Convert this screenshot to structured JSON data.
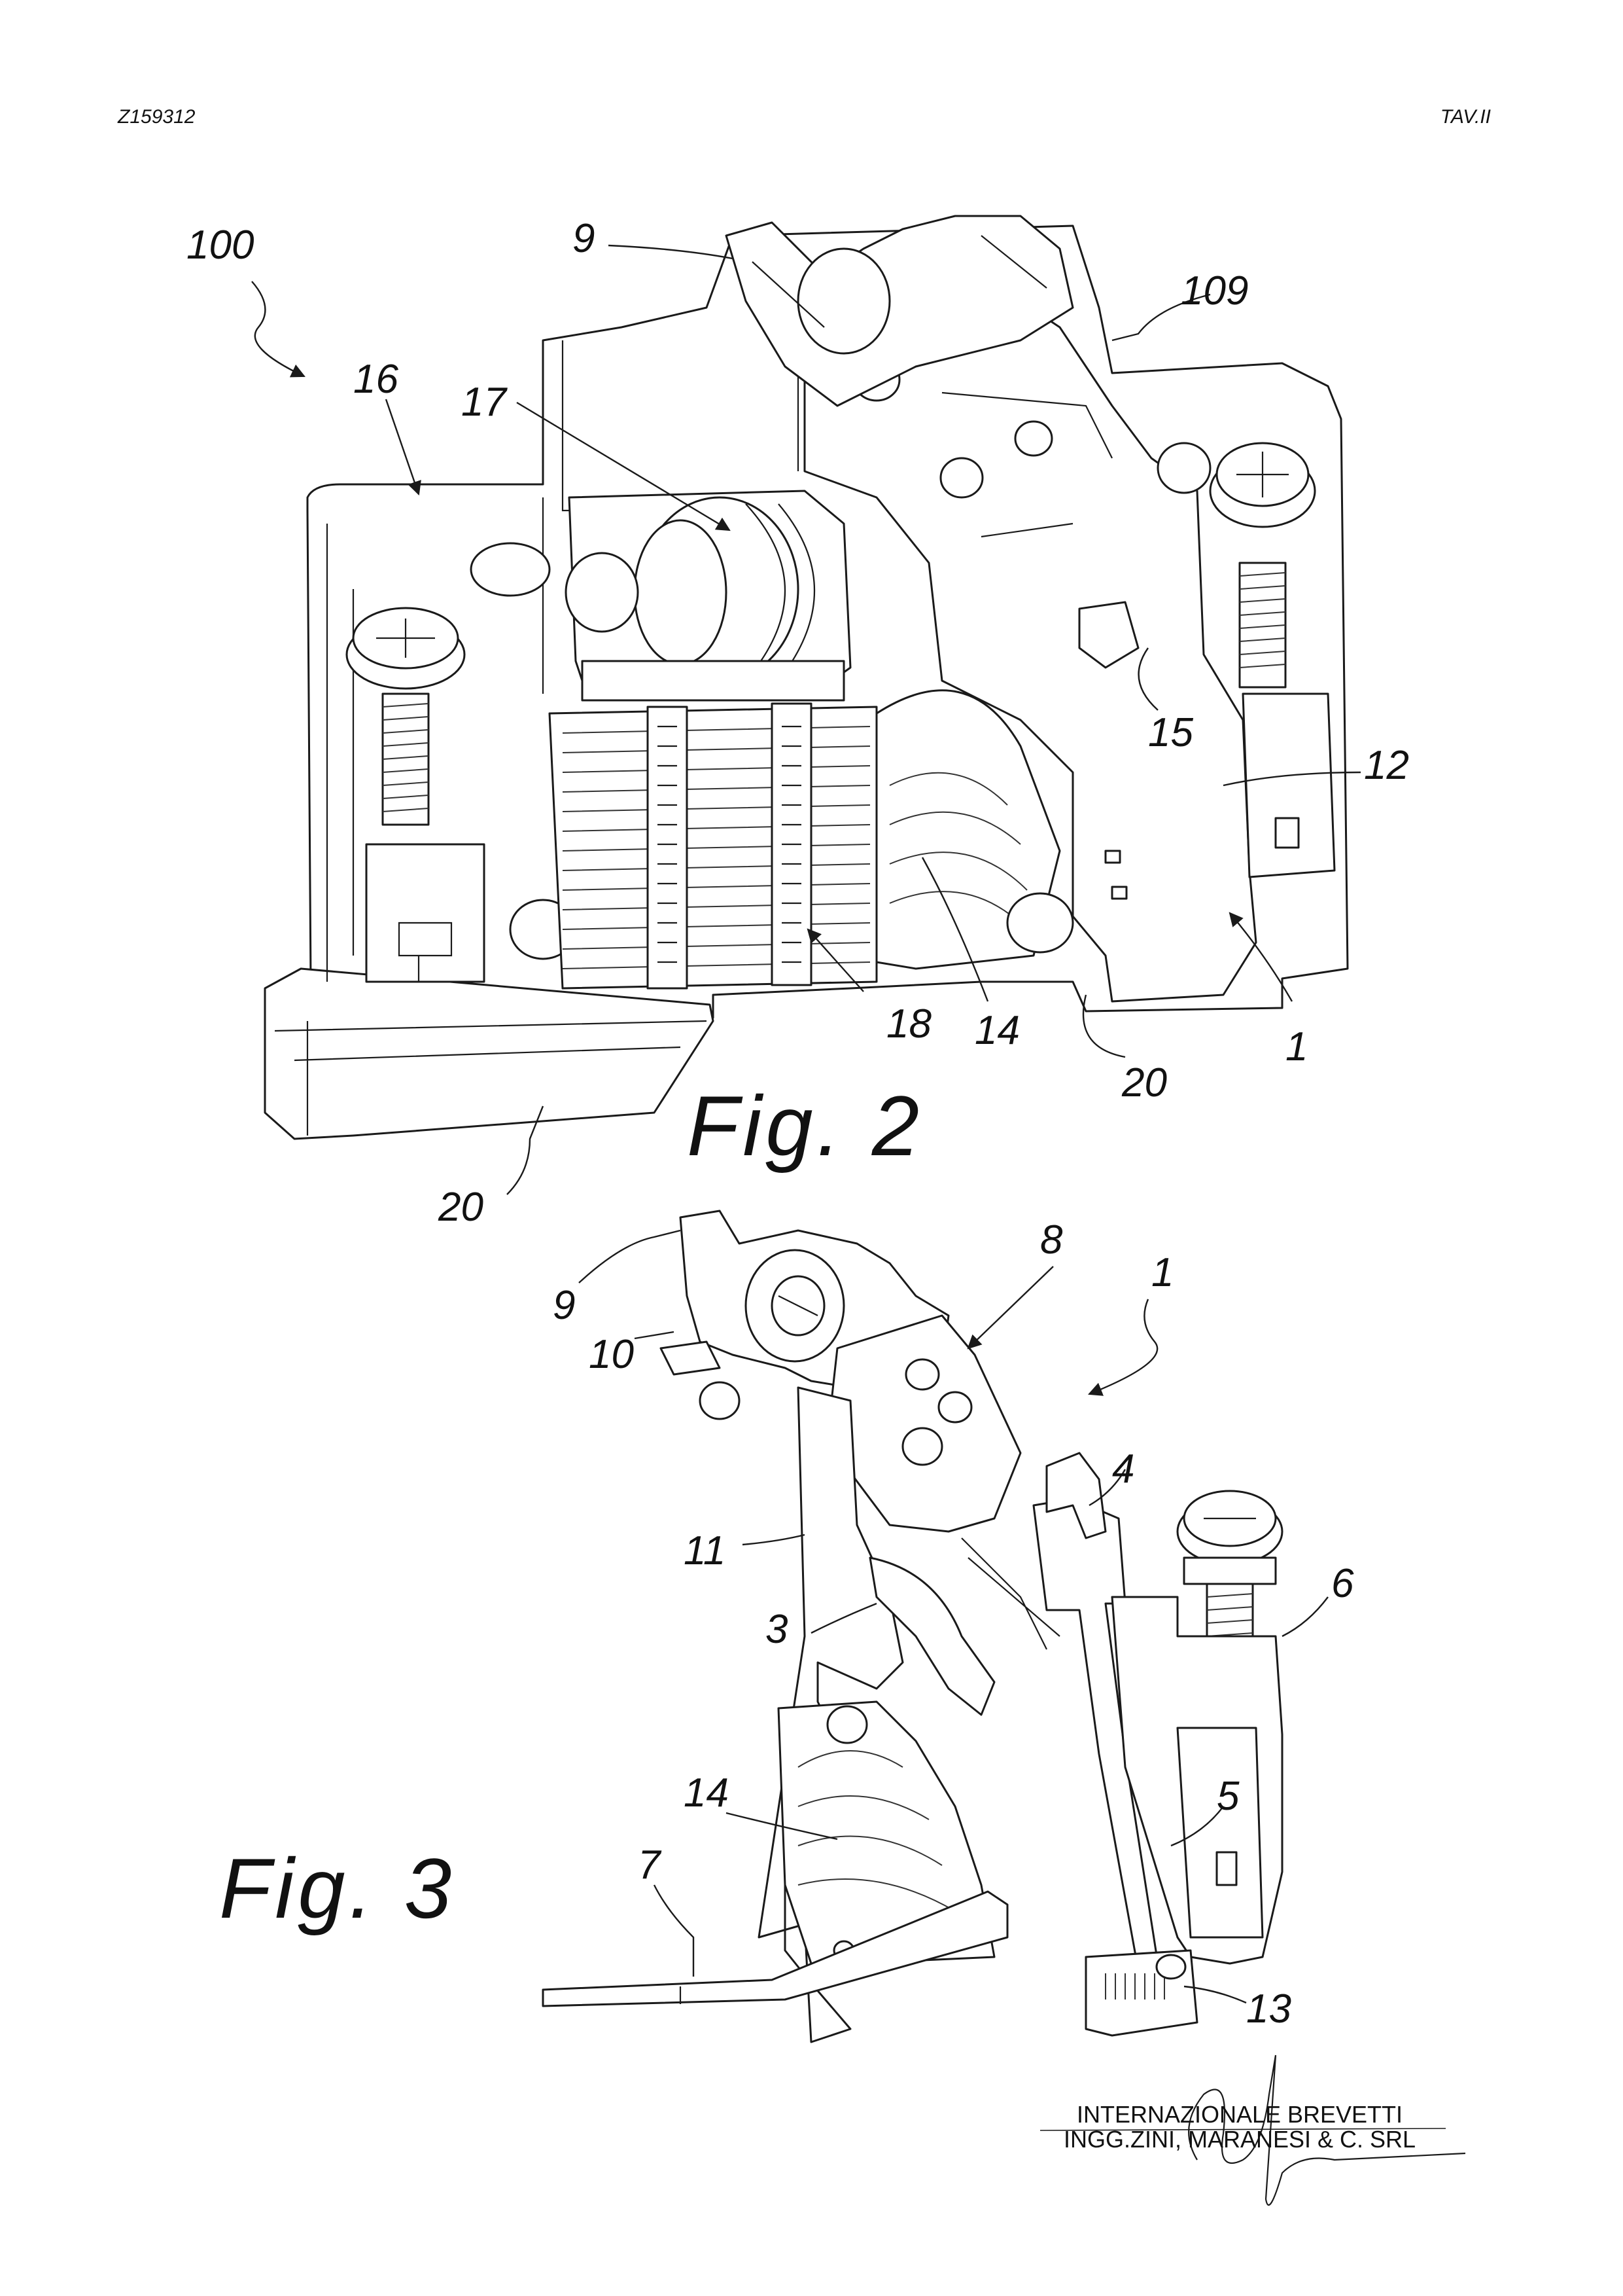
{
  "header": {
    "document_code": "Z159312",
    "sheet": "TAV.II"
  },
  "figures": {
    "fig2": {
      "label": "Fig. 2",
      "refs": [
        "100",
        "9",
        "109",
        "16",
        "17",
        "15",
        "12",
        "18",
        "14",
        "1",
        "20",
        "20"
      ]
    },
    "fig3": {
      "label": "Fig. 3",
      "refs": [
        "9",
        "8",
        "1",
        "10",
        "4",
        "11",
        "6",
        "3",
        "14",
        "5",
        "7",
        "13"
      ]
    }
  },
  "stamp": {
    "line1": "INTERNAZIONALE BREVETTI",
    "line2": "INGG.ZINI, MARANESI & C. SRL"
  }
}
